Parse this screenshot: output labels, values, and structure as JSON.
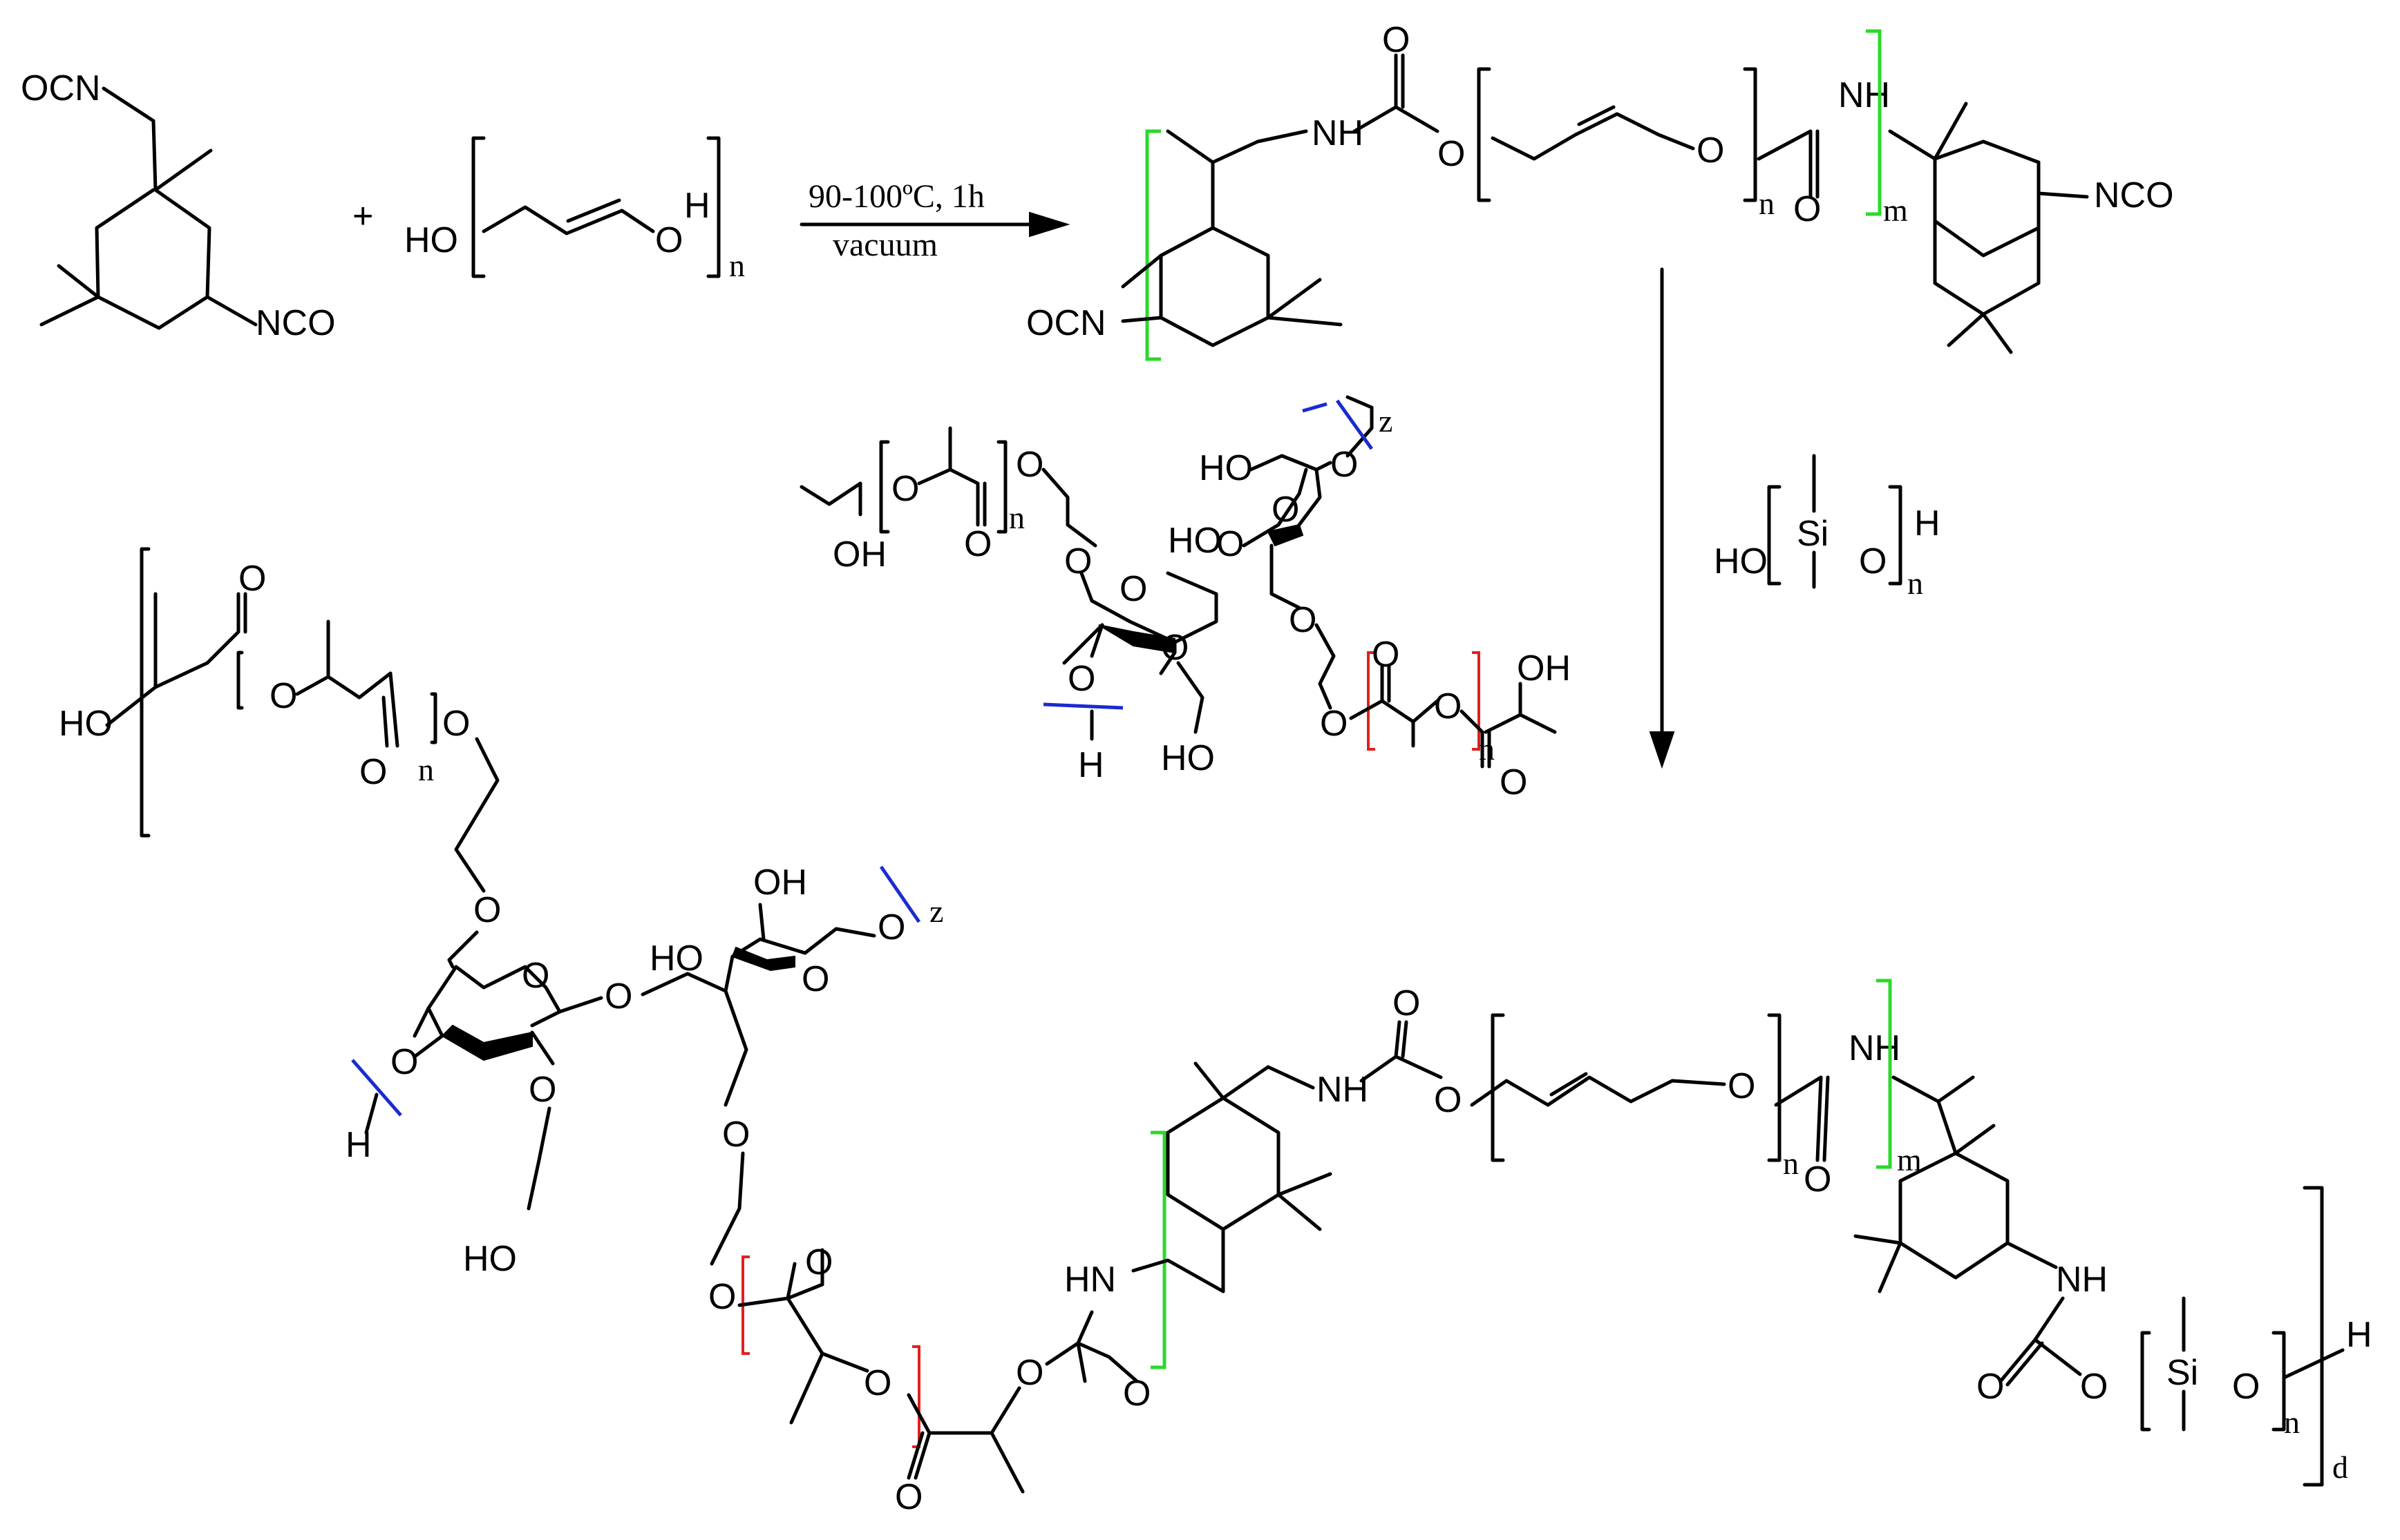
{
  "reaction": {
    "conditions_top": "90-100ºC, 1h",
    "conditions_bottom": "vacuum",
    "plus": "+"
  },
  "labels": {
    "OCN": "OCN",
    "NCO": "NCO",
    "NH": "NH",
    "HN": "HN",
    "H": "H",
    "HO": "HO",
    "OH": "OH",
    "O": "O",
    "Si": "Si",
    "n": "n",
    "m": "m",
    "d": "d",
    "z": "z"
  },
  "colors": {
    "bond": "#000000",
    "green_bracket": "#2bd92b",
    "red_bracket": "#e02020",
    "blue_bracket": "#1a2bd0"
  }
}
